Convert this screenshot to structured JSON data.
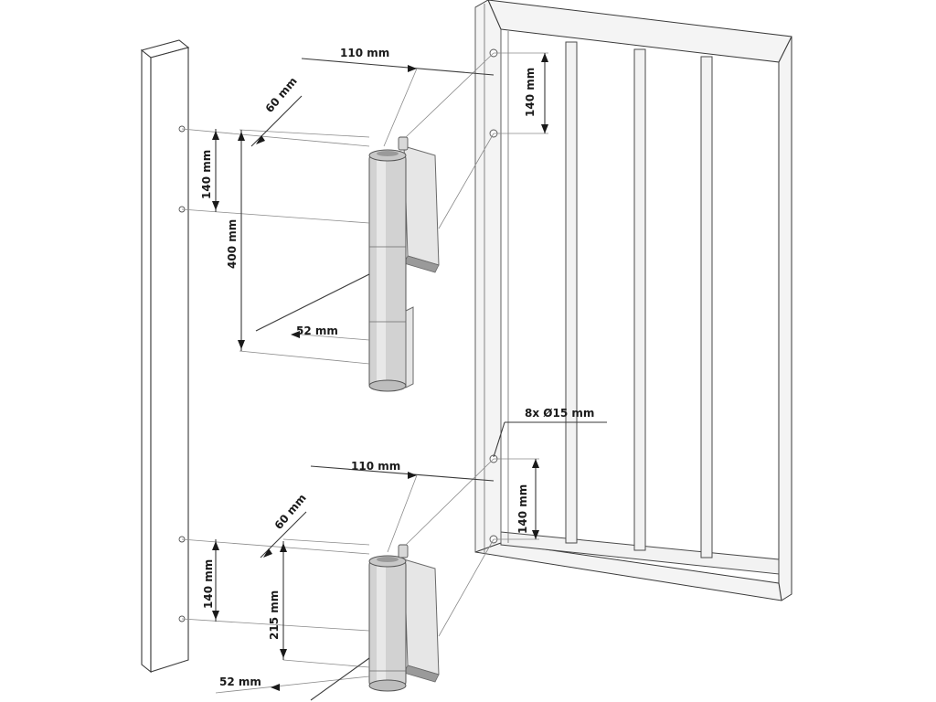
{
  "labels": {
    "upper_width_top": "110 mm",
    "upper_offset": "60 mm",
    "upper_gate_spacing": "140 mm",
    "upper_post_spacing": "140 mm",
    "upper_height": "400 mm",
    "upper_depth": "52 mm",
    "holes_note": "8x Ø15 mm",
    "lower_width_top": "110 mm",
    "lower_gate_spacing": "140 mm",
    "lower_offset": "60 mm",
    "lower_post_spacing": "140 mm",
    "lower_height": "215 mm",
    "lower_depth": "52 mm"
  },
  "colors": {
    "line": "#3a3a3a",
    "hinge_body": "#d2d2d2",
    "hinge_plate": "#e6e6e6",
    "background": "#ffffff"
  }
}
